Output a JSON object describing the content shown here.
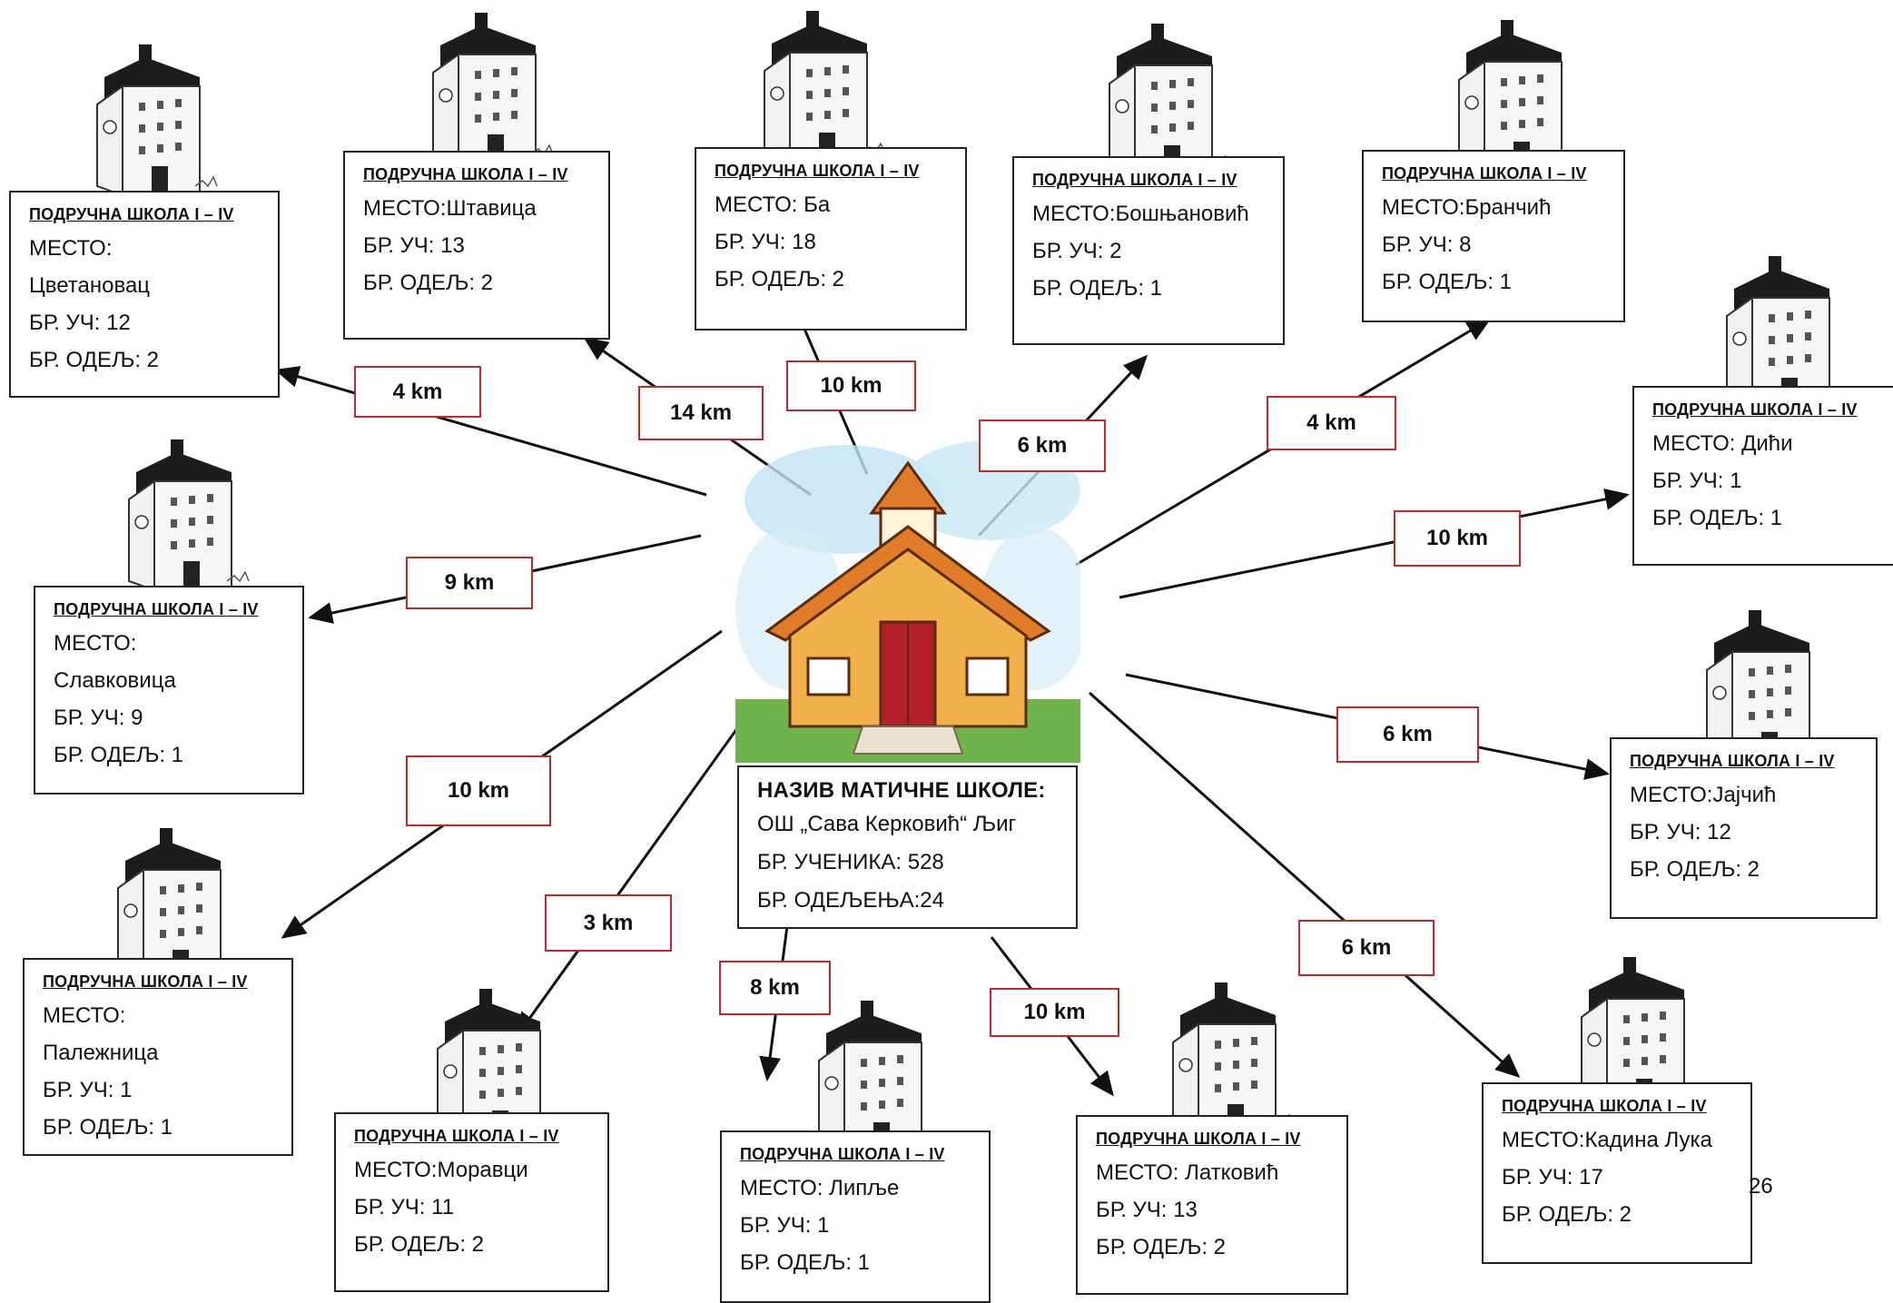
{
  "main_school": {
    "title": "НАЗИВ МАТИЧНЕ ШКОЛЕ:",
    "name": "ОШ „Сава Керковић“ Љиг",
    "students": "БР. УЧЕНИКА: 528",
    "classes": "БР. ОДЕЉЕЊА:24"
  },
  "school_header": "ПОДРУЧНА ШКОЛА I – IV",
  "schools": [
    {
      "id": "cvetanovac",
      "lines": [
        "МЕСТО:",
        "Цветановац",
        "БР. УЧ:  12",
        "БР. ОДЕЉ: 2"
      ],
      "distance": "4  km"
    },
    {
      "id": "stavica",
      "lines": [
        "МЕСТО:Штавица",
        "БР. УЧ:  13",
        "БР. ОДЕЉ: 2"
      ],
      "distance": "14  km"
    },
    {
      "id": "ba",
      "lines": [
        "МЕСТО: Ба",
        "БР. УЧ:  18",
        "БР. ОДЕЉ: 2"
      ],
      "distance": "10   km"
    },
    {
      "id": "bosnjanovic",
      "lines": [
        "МЕСТО:Бошњановић",
        "БР. УЧ:  2",
        "БР. ОДЕЉ: 1"
      ],
      "distance": "6   km"
    },
    {
      "id": "brancic",
      "lines": [
        "МЕСТО:Бранчић",
        "БР. УЧ: 8",
        "БР. ОДЕЉ: 1"
      ],
      "distance": "4   km"
    },
    {
      "id": "dici",
      "lines": [
        "МЕСТО: Дићи",
        "БР. УЧ: 1",
        "БР. ОДЕЉ: 1"
      ],
      "distance": "10  km"
    },
    {
      "id": "slavkovica",
      "lines": [
        "МЕСТО:",
        "Славковица",
        "БР. УЧ: 9",
        "БР. ОДЕЉ: 1"
      ],
      "distance": "9  km"
    },
    {
      "id": "jajcic",
      "lines": [
        "МЕСТО:Јајчић",
        "БР. УЧ: 12",
        "БР. ОДЕЉ: 2"
      ],
      "distance": "6   km"
    },
    {
      "id": "paleznica",
      "lines": [
        "МЕСТО:",
        "Палежница",
        "БР. УЧ: 1",
        "БР. ОДЕЉ: 1"
      ],
      "distance": "10  km"
    },
    {
      "id": "moravci",
      "lines": [
        "МЕСТО:Моравци",
        "БР. УЧ: 11",
        "БР. ОДЕЉ: 2"
      ],
      "distance": "3  km"
    },
    {
      "id": "liplje",
      "lines": [
        "МЕСТО: Липље",
        "БР. УЧ: 1",
        "БР. ОДЕЉ: 1"
      ],
      "distance": "8  km"
    },
    {
      "id": "latkovic",
      "lines": [
        "МЕСТО: Латковић",
        "БР. УЧ:  13",
        "БР. ОДЕЉ: 2"
      ],
      "distance": "10   km"
    },
    {
      "id": "kadina-luka",
      "lines": [
        "МЕСТО:Кадина Лука",
        "БР. УЧ: 17",
        "БР. ОДЕЉ: 2"
      ],
      "distance": "6  km"
    }
  ],
  "page_number": "26",
  "colors": {
    "distance_border": "#c0292b",
    "line": "#111111",
    "roof": "#1c1c1c",
    "wall": "#f4f4f4",
    "door": "#b3202a",
    "school_wall": "#f2b04a"
  }
}
